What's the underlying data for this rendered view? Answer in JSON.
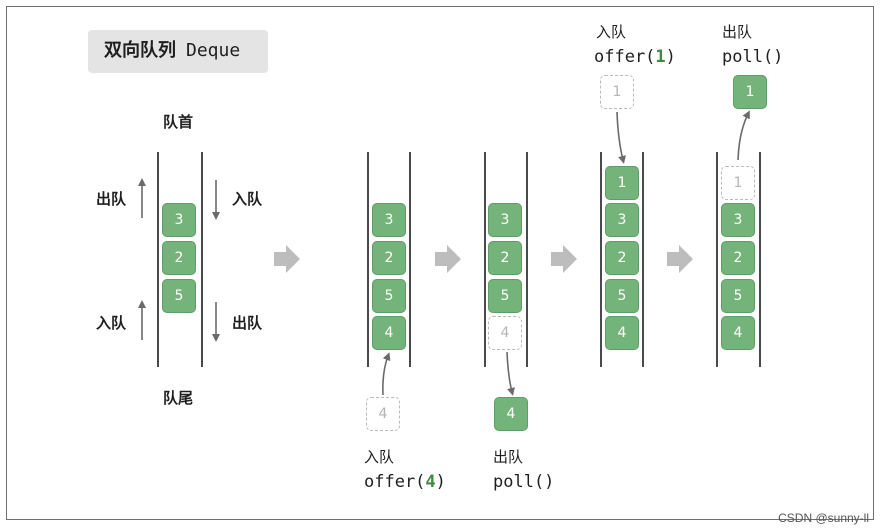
{
  "title": {
    "zh": "双向队列",
    "en": "Deque"
  },
  "labels": {
    "head": "队首",
    "tail": "队尾",
    "dequeue": "出队",
    "enqueue": "入队"
  },
  "ops": {
    "offer4": {
      "zh": "入队",
      "fn_open": "offer(",
      "arg": "4",
      "fn_close": ")"
    },
    "poll_last": {
      "zh": "出队",
      "fn": "poll()"
    },
    "offer1": {
      "zh": "入队",
      "fn_open": "offer(",
      "arg": "1",
      "fn_close": ")"
    },
    "poll_first": {
      "zh": "出队",
      "fn": "poll()"
    }
  },
  "stacks": {
    "s0": [
      "3",
      "2",
      "5"
    ],
    "s1": [
      "3",
      "2",
      "5",
      "4"
    ],
    "s2": [
      "3",
      "2",
      "5"
    ],
    "s2_ghost": "4",
    "s2_out": "4",
    "s1_in": "4",
    "s3": [
      "1",
      "3",
      "2",
      "5",
      "4"
    ],
    "s3_in": "1",
    "s4_ghost": "1",
    "s4": [
      "3",
      "2",
      "5",
      "4"
    ],
    "s4_out": "1"
  },
  "colors": {
    "item": "#74b37a",
    "ghost_border": "#b9b9b9",
    "arrow": "#bdbdbd",
    "highlight": "#3f8a44"
  },
  "watermark": "CSDN @sunny-ll"
}
